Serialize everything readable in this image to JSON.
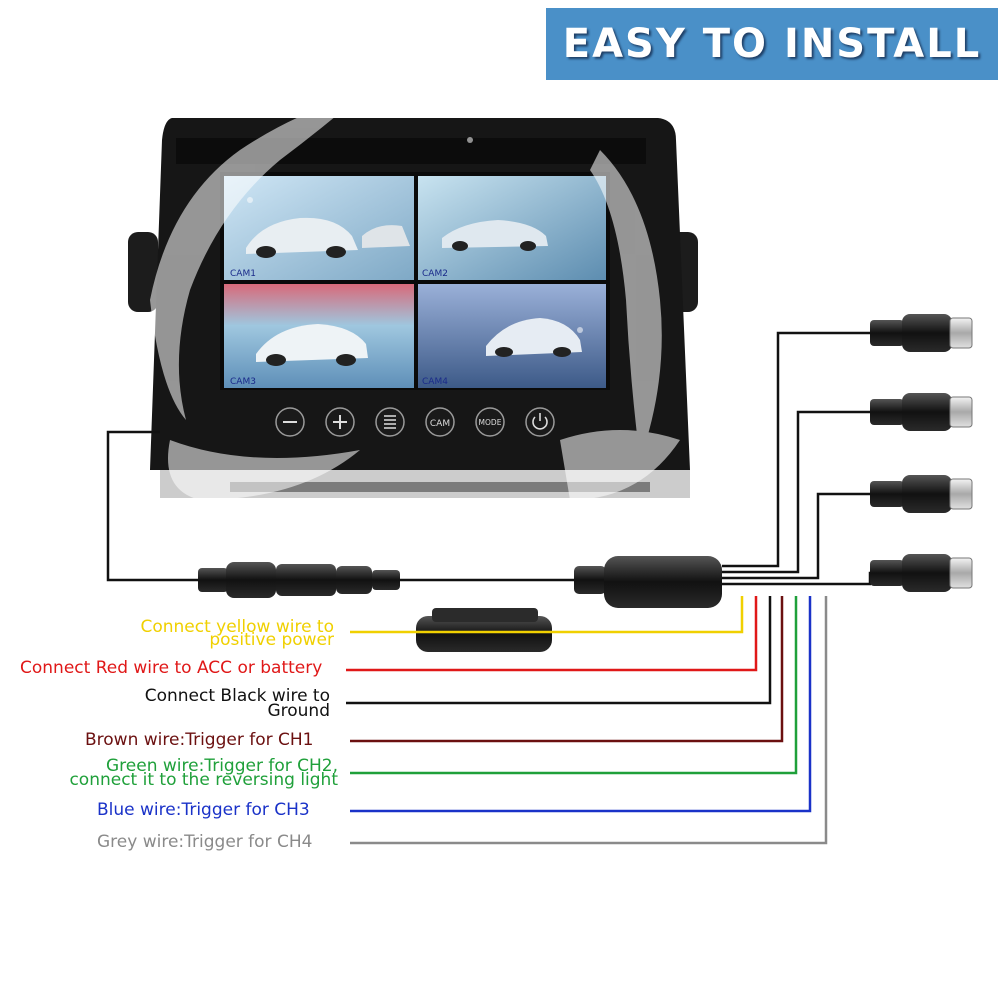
{
  "banner": {
    "text": "EASY TO INSTALL",
    "color": "#4a90c8"
  },
  "monitor": {
    "cameras": [
      "CAM1",
      "CAM2",
      "CAM3",
      "CAM4"
    ],
    "buttons": [
      {
        "icon": "minus-icon",
        "text": ""
      },
      {
        "icon": "plus-icon",
        "text": ""
      },
      {
        "icon": "menu-icon",
        "text": ""
      },
      {
        "icon": "",
        "text": "CAM"
      },
      {
        "icon": "",
        "text": "MODE"
      },
      {
        "icon": "power-icon",
        "text": ""
      }
    ]
  },
  "wires": {
    "yellow": {
      "line1": "Connect yellow wire to",
      "line2": "positive power",
      "color": "#f0d000"
    },
    "red": {
      "text": "Connect Red wire to ACC or battery",
      "color": "#e01818"
    },
    "black": {
      "line1": "Connect Black wire to",
      "line2": "Ground",
      "color": "#111111"
    },
    "brown": {
      "text": "Brown wire:Trigger for CH1",
      "color": "#6b1010"
    },
    "green": {
      "line1": "Green wire:Trigger for CH2,",
      "line2": "connect it to the reversing light",
      "color": "#1fa03a"
    },
    "blue": {
      "text": "Blue wire:Trigger for CH3",
      "color": "#1a32c8"
    },
    "grey": {
      "text": "Grey wire:Trigger for CH4",
      "color": "#8a8a8a"
    }
  }
}
